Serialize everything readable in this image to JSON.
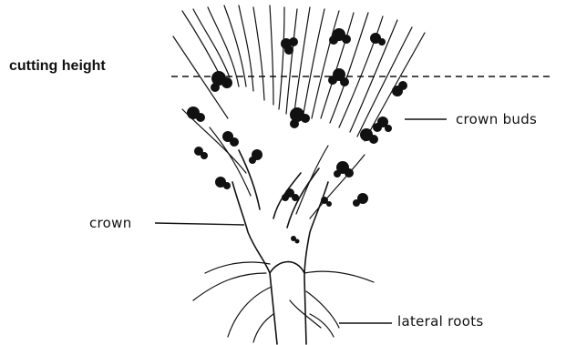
{
  "labels": {
    "cutting_height": "cutting height",
    "crown_buds": "crown buds",
    "crown": "crown",
    "lateral_roots": "lateral roots"
  },
  "colors": {
    "ink": "#111111",
    "background": "#ffffff"
  }
}
